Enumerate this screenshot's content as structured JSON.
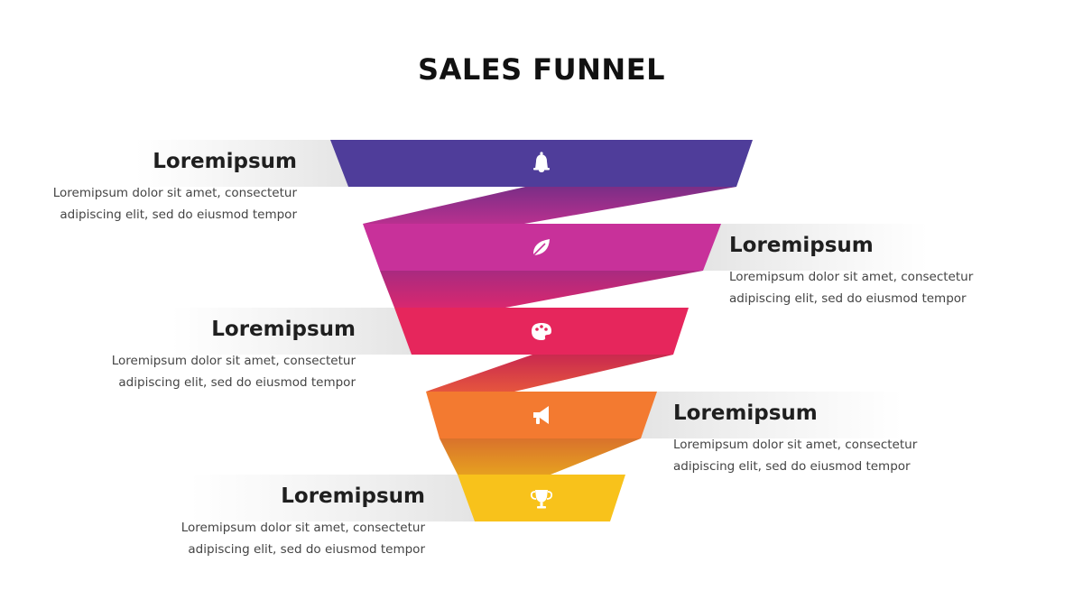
{
  "title": "SALES FUNNEL",
  "stages": [
    {
      "heading": "Loremipsum",
      "desc1": "Loremipsum dolor sit amet, consectetur",
      "desc2": "adipiscing elit, sed do eiusmod tempor",
      "icon": "bell-icon",
      "color": "#4F3D9A",
      "side": "left"
    },
    {
      "heading": "Loremipsum",
      "desc1": "Loremipsum dolor sit amet, consectetur",
      "desc2": "adipiscing elit, sed do eiusmod tempor",
      "icon": "leaf-icon",
      "color": "#C8319A",
      "side": "right"
    },
    {
      "heading": "Loremipsum",
      "desc1": "Loremipsum dolor sit amet, consectetur",
      "desc2": "adipiscing elit, sed do eiusmod tempor",
      "icon": "palette-icon",
      "color": "#E6265C",
      "side": "left"
    },
    {
      "heading": "Loremipsum",
      "desc1": "Loremipsum dolor sit amet, consectetur",
      "desc2": "adipiscing elit, sed do eiusmod tempor",
      "icon": "megaphone-icon",
      "color": "#F37A30",
      "side": "right"
    },
    {
      "heading": "Loremipsum",
      "desc1": "Loremipsum dolor sit amet, consectetur",
      "desc2": "adipiscing elit, sed do eiusmod tempor",
      "icon": "trophy-icon",
      "color": "#F8C21B",
      "side": "left"
    }
  ]
}
